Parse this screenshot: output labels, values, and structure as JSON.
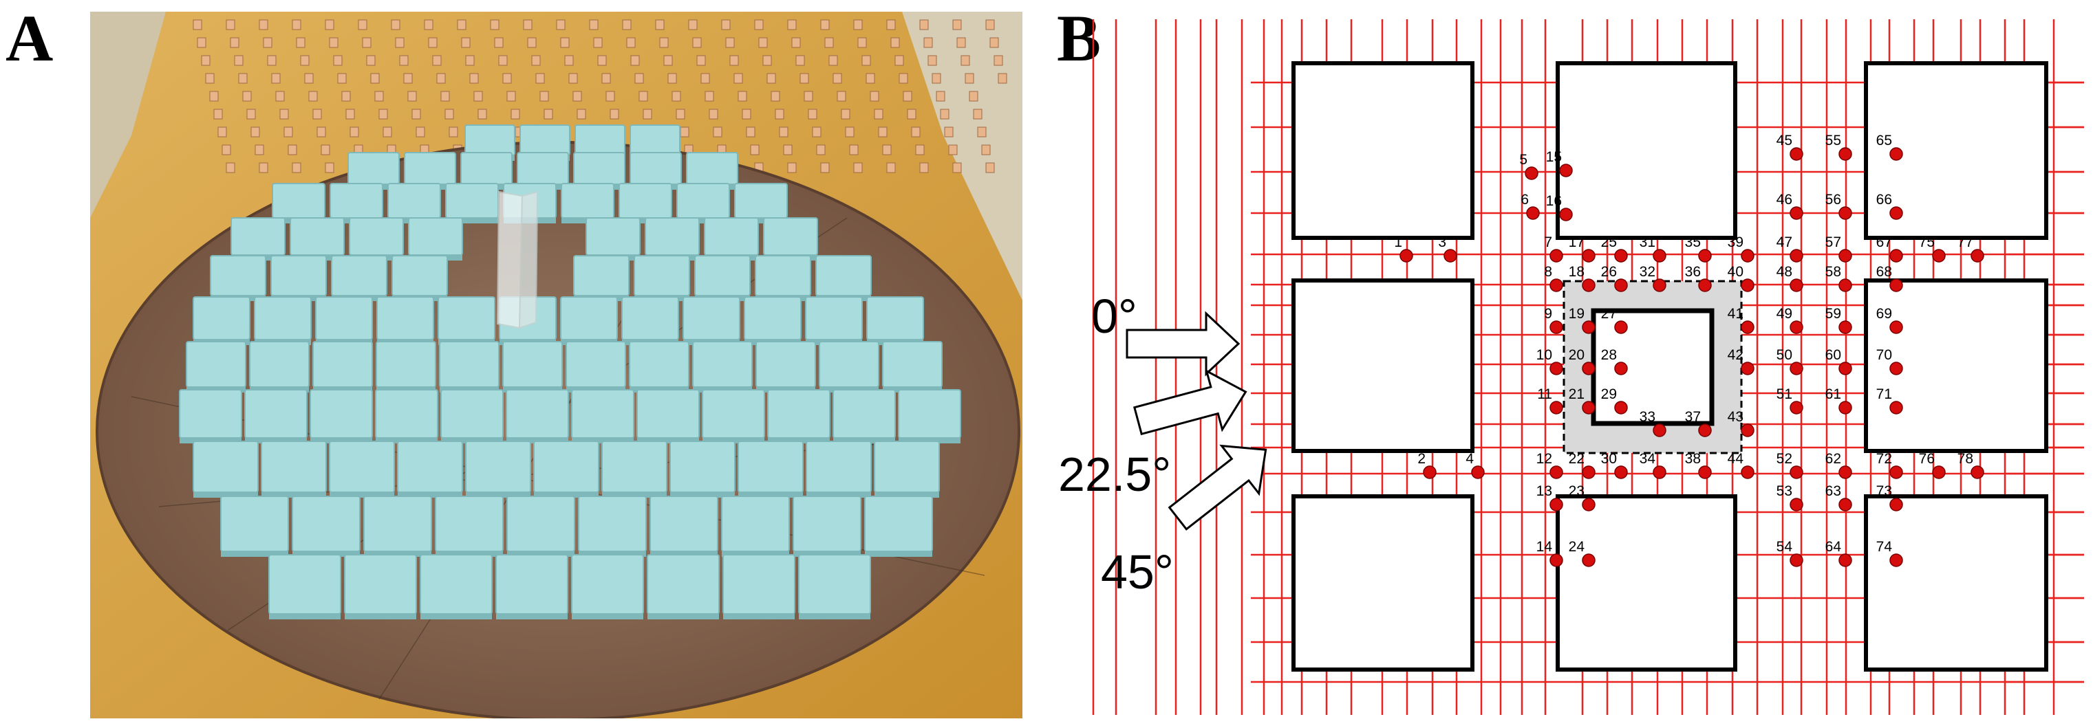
{
  "panels": {
    "a_label": "A",
    "b_label": "B"
  },
  "photo": {
    "colors": {
      "floor": "#d9a647",
      "disc": "#8a6a55",
      "block": "#a9dcdc",
      "block_edge": "#7fb8bb"
    }
  },
  "diagram": {
    "angles": [
      "0°",
      "22.5°",
      "45°"
    ],
    "colors": {
      "grid": "#e8231f",
      "point": "#d50d0d",
      "building_stroke": "#000000",
      "target_shade": "#d9d9d9"
    },
    "points": [
      {
        "id": "1"
      },
      {
        "id": "2"
      },
      {
        "id": "3"
      },
      {
        "id": "4"
      },
      {
        "id": "5"
      },
      {
        "id": "6"
      },
      {
        "id": "7"
      },
      {
        "id": "8"
      },
      {
        "id": "9"
      },
      {
        "id": "10"
      },
      {
        "id": "11"
      },
      {
        "id": "12"
      },
      {
        "id": "13"
      },
      {
        "id": "14"
      },
      {
        "id": "15"
      },
      {
        "id": "16"
      },
      {
        "id": "17"
      },
      {
        "id": "18"
      },
      {
        "id": "19"
      },
      {
        "id": "20"
      },
      {
        "id": "21"
      },
      {
        "id": "22"
      },
      {
        "id": "23"
      },
      {
        "id": "24"
      },
      {
        "id": "25"
      },
      {
        "id": "26"
      },
      {
        "id": "27"
      },
      {
        "id": "28"
      },
      {
        "id": "29"
      },
      {
        "id": "30"
      },
      {
        "id": "31"
      },
      {
        "id": "32"
      },
      {
        "id": "33"
      },
      {
        "id": "34"
      },
      {
        "id": "35"
      },
      {
        "id": "36"
      },
      {
        "id": "37"
      },
      {
        "id": "38"
      },
      {
        "id": "39"
      },
      {
        "id": "40"
      },
      {
        "id": "41"
      },
      {
        "id": "42"
      },
      {
        "id": "43"
      },
      {
        "id": "44"
      },
      {
        "id": "45"
      },
      {
        "id": "46"
      },
      {
        "id": "47"
      },
      {
        "id": "48"
      },
      {
        "id": "49"
      },
      {
        "id": "50"
      },
      {
        "id": "51"
      },
      {
        "id": "52"
      },
      {
        "id": "53"
      },
      {
        "id": "54"
      },
      {
        "id": "55"
      },
      {
        "id": "56"
      },
      {
        "id": "57"
      },
      {
        "id": "58"
      },
      {
        "id": "59"
      },
      {
        "id": "60"
      },
      {
        "id": "61"
      },
      {
        "id": "62"
      },
      {
        "id": "63"
      },
      {
        "id": "64"
      },
      {
        "id": "65"
      },
      {
        "id": "66"
      },
      {
        "id": "67"
      },
      {
        "id": "68"
      },
      {
        "id": "69"
      },
      {
        "id": "70"
      },
      {
        "id": "71"
      },
      {
        "id": "72"
      },
      {
        "id": "73"
      },
      {
        "id": "74"
      },
      {
        "id": "75"
      },
      {
        "id": "76"
      },
      {
        "id": "77"
      },
      {
        "id": "78"
      }
    ]
  }
}
